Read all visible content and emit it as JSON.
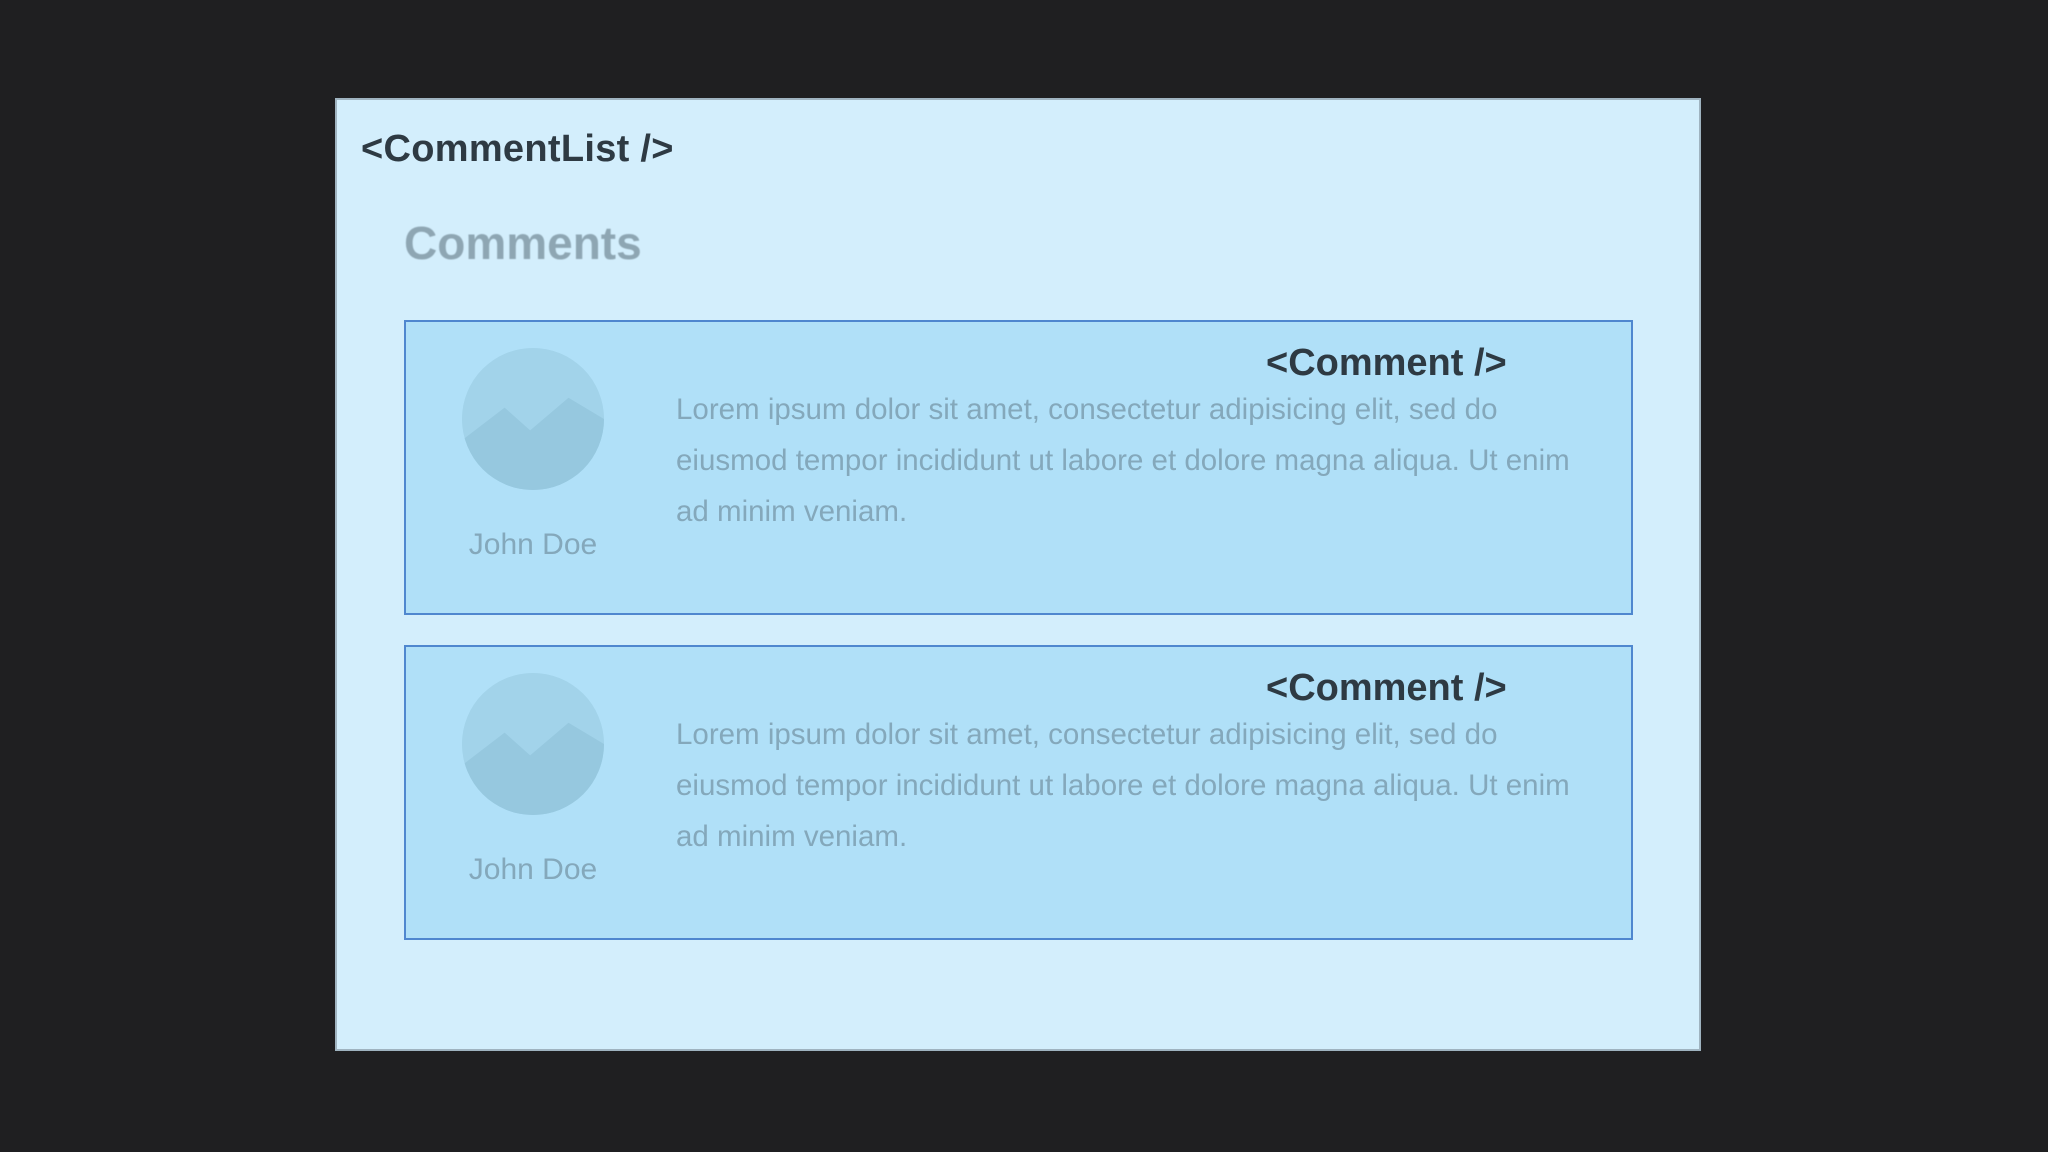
{
  "list": {
    "tag": "<CommentList />",
    "heading": "Comments"
  },
  "comments": [
    {
      "tag": "<Comment />",
      "author": "John Doe",
      "text": "Lorem ipsum dolor sit amet, consectetur adipisicing elit, sed do eiusmod tempor incididunt ut labore et dolore magna aliqua. Ut enim ad minim veniam.",
      "avatar_icon": "image-placeholder-icon"
    },
    {
      "tag": "<Comment />",
      "author": "John Doe",
      "text": "Lorem ipsum dolor sit amet, consectetur adipisicing elit, sed do eiusmod tempor incididunt ut labore et dolore magna aliqua. Ut enim ad minim veniam.",
      "avatar_icon": "image-placeholder-icon"
    }
  ],
  "colors": {
    "background": "#1f1f21",
    "list_fill": "#d3eefc",
    "comment_fill": "#b0e0f8",
    "comment_border": "#4f87cf",
    "label_text": "#2e3a43",
    "muted_text": "#84a8bb"
  }
}
